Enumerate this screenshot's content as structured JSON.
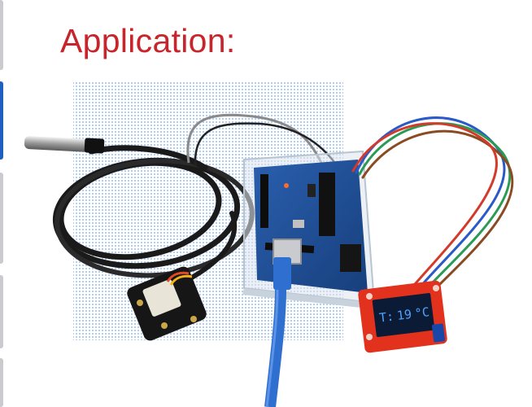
{
  "heading": "Application:",
  "oled": {
    "reading_prefix": "T:",
    "reading_value": "19",
    "reading_unit": "°C"
  },
  "colors": {
    "heading": "#c8242b",
    "dot_grid": "#a9c8ee",
    "arduino_board": "#1f4f97",
    "oled_pcb": "#e2321d",
    "oled_screen": "#0c1b35",
    "oled_text": "#4ea3ff",
    "usb_cable": "#2f6fd0",
    "probe_cable": "#1a1a1a"
  }
}
